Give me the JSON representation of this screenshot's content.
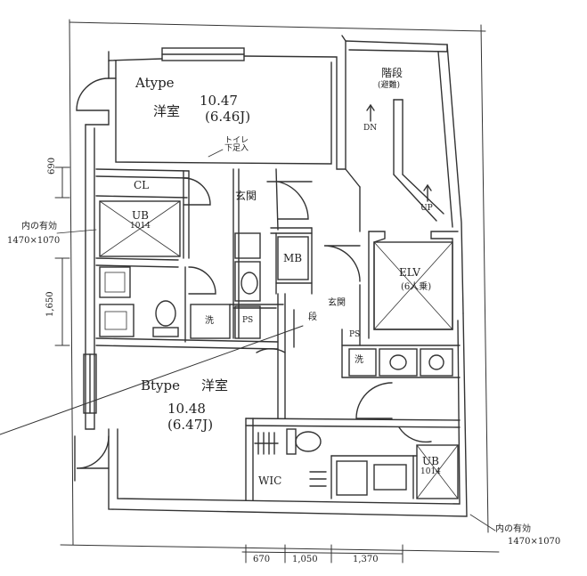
{
  "rooms": {
    "a_type": {
      "name": "Atype",
      "label": "洋室",
      "area": "10.47",
      "tatami": "(6.46J)"
    },
    "b_type": {
      "name": "Btype",
      "label": "洋室",
      "area": "10.48",
      "tatami": "(6.47J)"
    },
    "stair": {
      "label": "階段",
      "sub": "(避難)"
    },
    "elv": {
      "label": "ELV",
      "sub": "(6人乗)"
    },
    "ub_a": {
      "label": "UB",
      "size": "1014"
    },
    "ub_b": {
      "label": "UB",
      "size": "1014"
    },
    "cl": "CL",
    "mb": "MB",
    "ps_a": "PS",
    "ps_b": "PS",
    "wic": "WIC",
    "genkan_a": "玄関",
    "genkan_b": "玄関",
    "toilet_note": "トイレ\n下足入",
    "dn": "DN",
    "up": "UP",
    "tap_a": "洗",
    "tap_b": "洗",
    "step": "段"
  },
  "dims": {
    "d690": "690",
    "d1650": "1,650",
    "d670": "670",
    "d1050": "1,050",
    "d1370": "1,370",
    "note_left_1": "内の有効",
    "note_left_2": "1470×1070",
    "note_right_1": "内の有効",
    "note_right_2": "1470×1070"
  },
  "colors": {
    "ink": "#333333"
  }
}
